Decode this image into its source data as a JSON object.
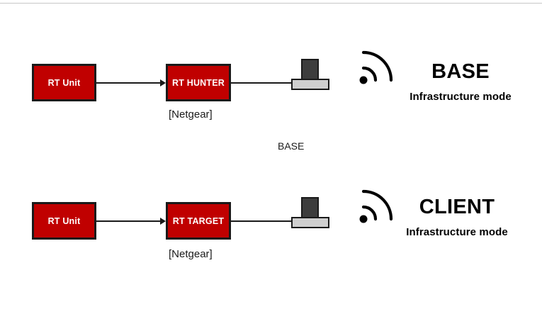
{
  "page": {
    "background_color": "#ffffff",
    "rule_color": "#c8c8c8",
    "node_fill": "#c00000",
    "node_border": "#1a1a1a",
    "device_stack_color": "#3d3d3d",
    "device_base_color": "#cfcfcf"
  },
  "rows": [
    {
      "id": "base-row",
      "source_node": "RT Unit",
      "device_node": "RT HUNTER",
      "vendor_label": "[Netgear]",
      "role_title": "BASE",
      "role_subtitle": "Infrastructure mode",
      "device_icon": "access-point-icon",
      "signal_icon": "wifi-signal-icon",
      "arrow_icon": "arrow-right-icon"
    },
    {
      "id": "client-row",
      "source_node": "RT Unit",
      "device_node": "RT TARGET",
      "vendor_label": "[Netgear]",
      "role_title": "CLIENT",
      "role_subtitle": "Infrastructure mode",
      "device_icon": "access-point-icon",
      "signal_icon": "wifi-signal-icon",
      "arrow_icon": "arrow-right-icon"
    }
  ],
  "middle_label": "BASE"
}
